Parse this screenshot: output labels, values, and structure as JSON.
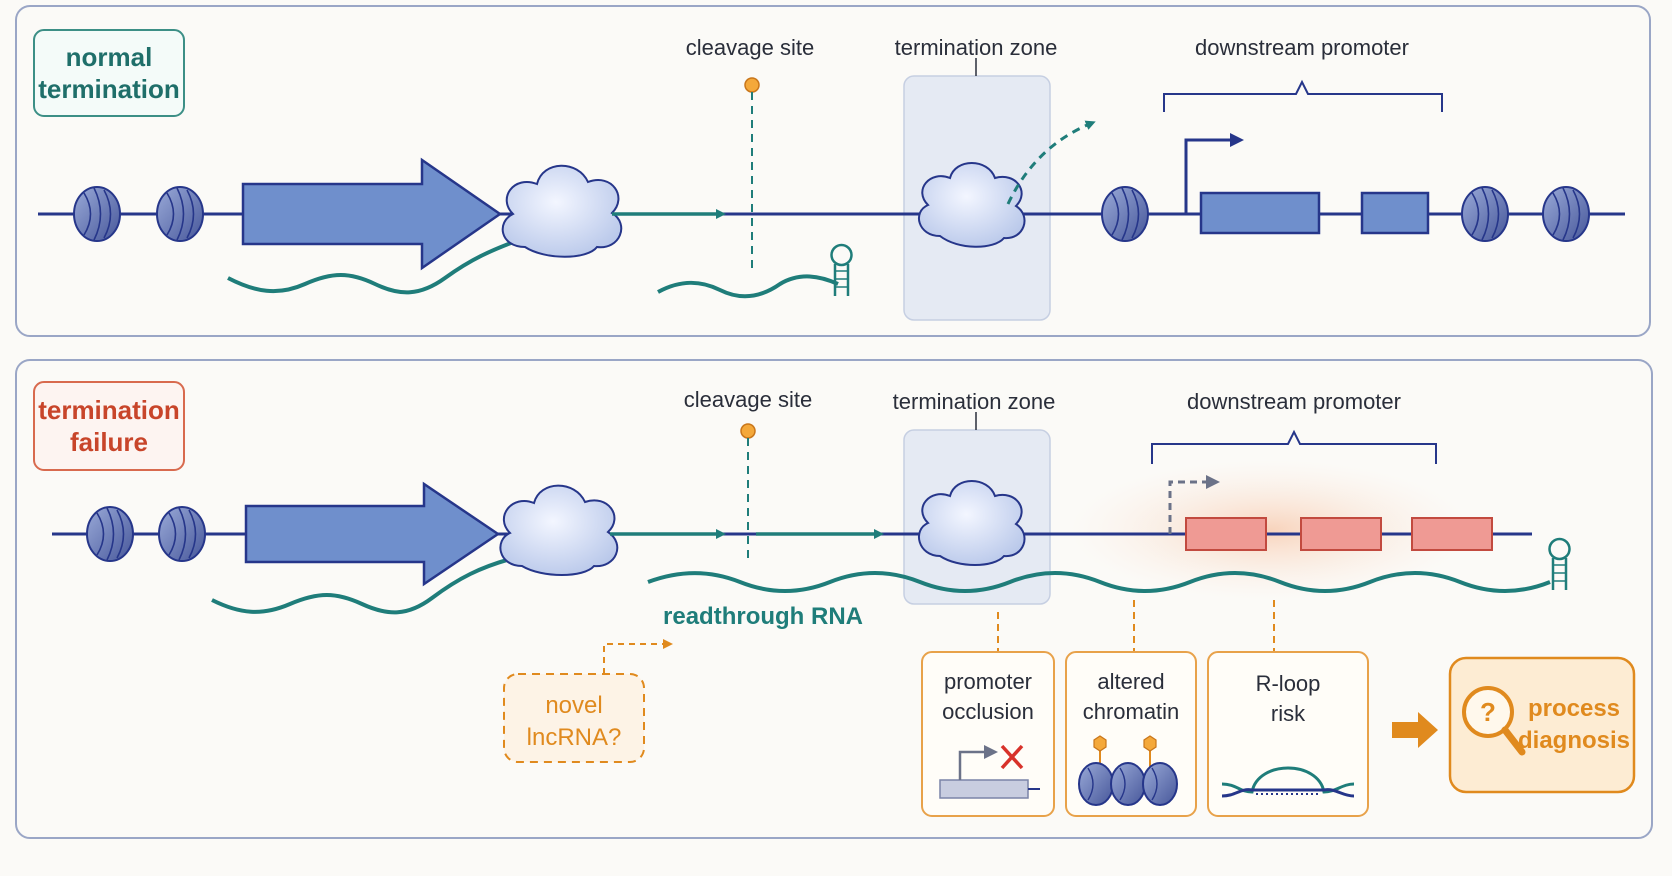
{
  "panels": {
    "normal": {
      "badge_line1": "normal",
      "badge_line2": "termination",
      "cleavage_label": "cleavage site",
      "zone_label": "termination zone",
      "promoter_label": "downstream promoter"
    },
    "failure": {
      "badge_line1": "termination",
      "badge_line2": "failure",
      "cleavage_label": "cleavage site",
      "zone_label": "termination zone",
      "promoter_label": "downstream promoter",
      "readthrough_label": "readthrough RNA",
      "lncrna_line1": "novel",
      "lncrna_line2": "lncRNA?",
      "consequences": [
        {
          "line1": "promoter",
          "line2": "occlusion"
        },
        {
          "line1": "altered",
          "line2": "chromatin"
        },
        {
          "line1": "R-loop",
          "line2": "risk"
        }
      ],
      "diagnosis_line1": "process",
      "diagnosis_line2": "diagnosis"
    }
  },
  "colors": {
    "dna": "#26368a",
    "gene_blue": "#6f8fcc",
    "rna_teal": "#1f7d7a",
    "badge_normal": "#1f6f6a",
    "badge_failure": "#c8452a",
    "orange": "#e08a1e",
    "exon_pink": "#ef9a94"
  },
  "icons": {
    "nucleosome": "nucleosome-icon",
    "polymerase": "polymerase-icon",
    "magnifier": "magnifier-question-icon"
  }
}
